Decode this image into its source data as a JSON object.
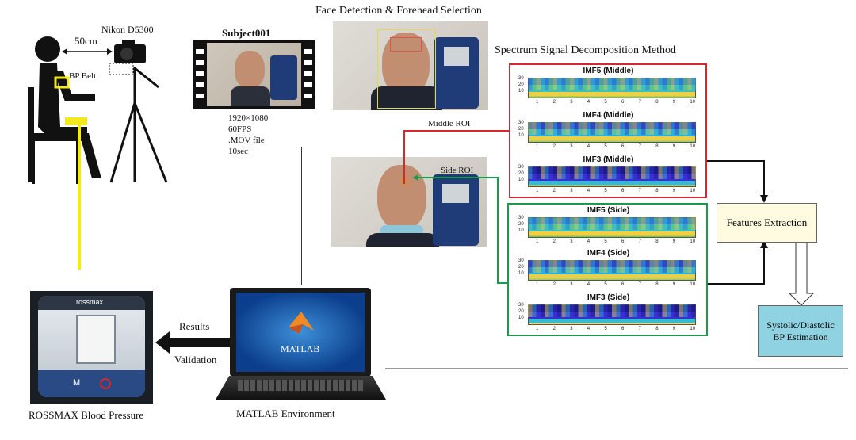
{
  "setup": {
    "camera_label": "Nikon D5300",
    "distance_label": "50cm",
    "belt_label": "BP Belt"
  },
  "video": {
    "subject_label": "Subject001",
    "specs": [
      "1920×1080",
      "60FPS",
      ".MOV file",
      "10sec"
    ]
  },
  "detection": {
    "title": "Face Detection & Forehead Selection",
    "middle_roi_label": "Middle ROI",
    "side_roi_label": "Side ROI"
  },
  "decomposition": {
    "title": "Spectrum Signal Decomposition Method",
    "middle_panels": [
      "IMF5 (Middle)",
      "IMF4 (Middle)",
      "IMF3 (Middle)"
    ],
    "side_panels": [
      "IMF5 (Side)",
      "IMF4 (Side)",
      "IMF3 (Side)"
    ],
    "y_ticks": [
      "30",
      "20",
      "10"
    ],
    "x_ticks": [
      "1",
      "2",
      "3",
      "4",
      "5",
      "6",
      "7",
      "8",
      "9",
      "10"
    ]
  },
  "pipeline": {
    "features_label": "Features Extraction",
    "estimation_label_line1": "Systolic/Diastolic",
    "estimation_label_line2": "BP Estimation"
  },
  "bottom": {
    "device_caption": "ROSSMAX Blood Pressure",
    "device_brand": "rossmax",
    "device_button": "M",
    "results_label": "Results",
    "validation_label": "Validation",
    "laptop_caption": "MATLAB Environment",
    "matlab_logo_text": "MATLAB"
  },
  "colors": {
    "middle_box": "#d8262c",
    "side_box": "#1a9a4a",
    "features_fill": "#fffbe0",
    "estimation_fill": "#8fd2e2",
    "cable": "#f2ea1c"
  }
}
